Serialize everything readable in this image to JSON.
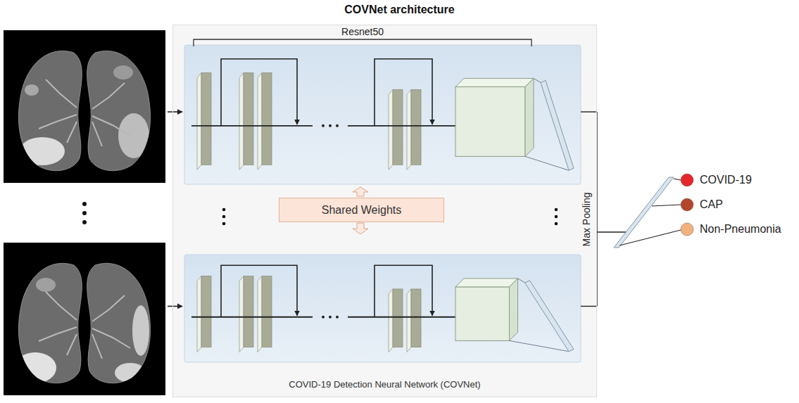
{
  "diagram": {
    "title": "COVNet architecture",
    "nodes": [
      {
        "text": [
          "COVID-19 Detection Neural Network (COVNet)"
        ]
      },
      {
        "text": [
          "Shared Weights"
        ],
        "in": 0
      },
      {
        "text": [
          "COVID-19"
        ]
      },
      {
        "text": [
          "CAP"
        ]
      },
      {
        "text": [
          "Non-Pneumonia"
        ]
      }
    ],
    "labels": [
      "Resnet50",
      "Max Pooling"
    ]
  }
}
